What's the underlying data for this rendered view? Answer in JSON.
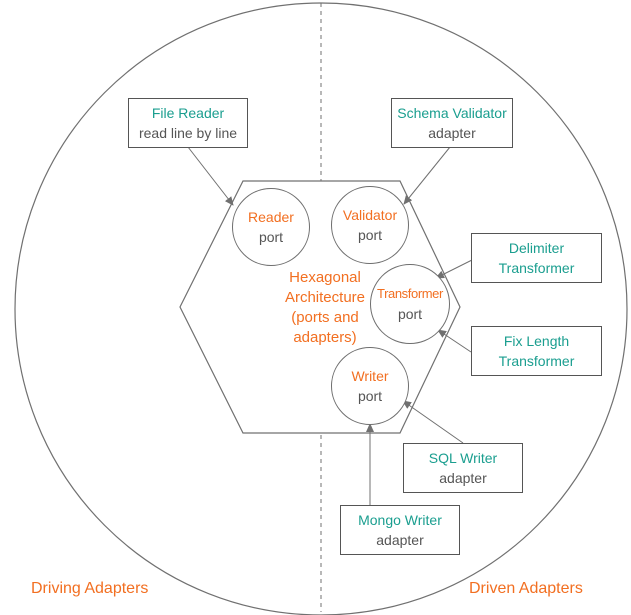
{
  "colors": {
    "accent_orange": "#f26f21",
    "adapter_teal": "#1a9e8f",
    "text_gray": "#555555",
    "line_gray": "#707070"
  },
  "regions": {
    "driving_label": "Driving Adapters",
    "driven_label": "Driven Adapters"
  },
  "center": {
    "lines": [
      "Hexagonal",
      "Architecture",
      "(ports and",
      "adapters)"
    ]
  },
  "ports": {
    "reader": {
      "name": "Reader",
      "type": "port"
    },
    "validator": {
      "name": "Validator",
      "type": "port"
    },
    "transformer": {
      "name": "Transformer",
      "type": "port"
    },
    "writer": {
      "name": "Writer",
      "type": "port"
    }
  },
  "adapters": {
    "file_reader": {
      "title": "File Reader",
      "subtitle": "read line by line"
    },
    "schema_validator": {
      "title": "Schema Validator",
      "subtitle": "adapter"
    },
    "delimiter": {
      "title": "Delimiter",
      "subtitle": "Transformer"
    },
    "fix_length": {
      "title": "Fix Length",
      "subtitle": "Transformer"
    },
    "sql_writer": {
      "title": "SQL Writer",
      "subtitle": "adapter"
    },
    "mongo_writer": {
      "title": "Mongo Writer",
      "subtitle": "adapter"
    }
  }
}
